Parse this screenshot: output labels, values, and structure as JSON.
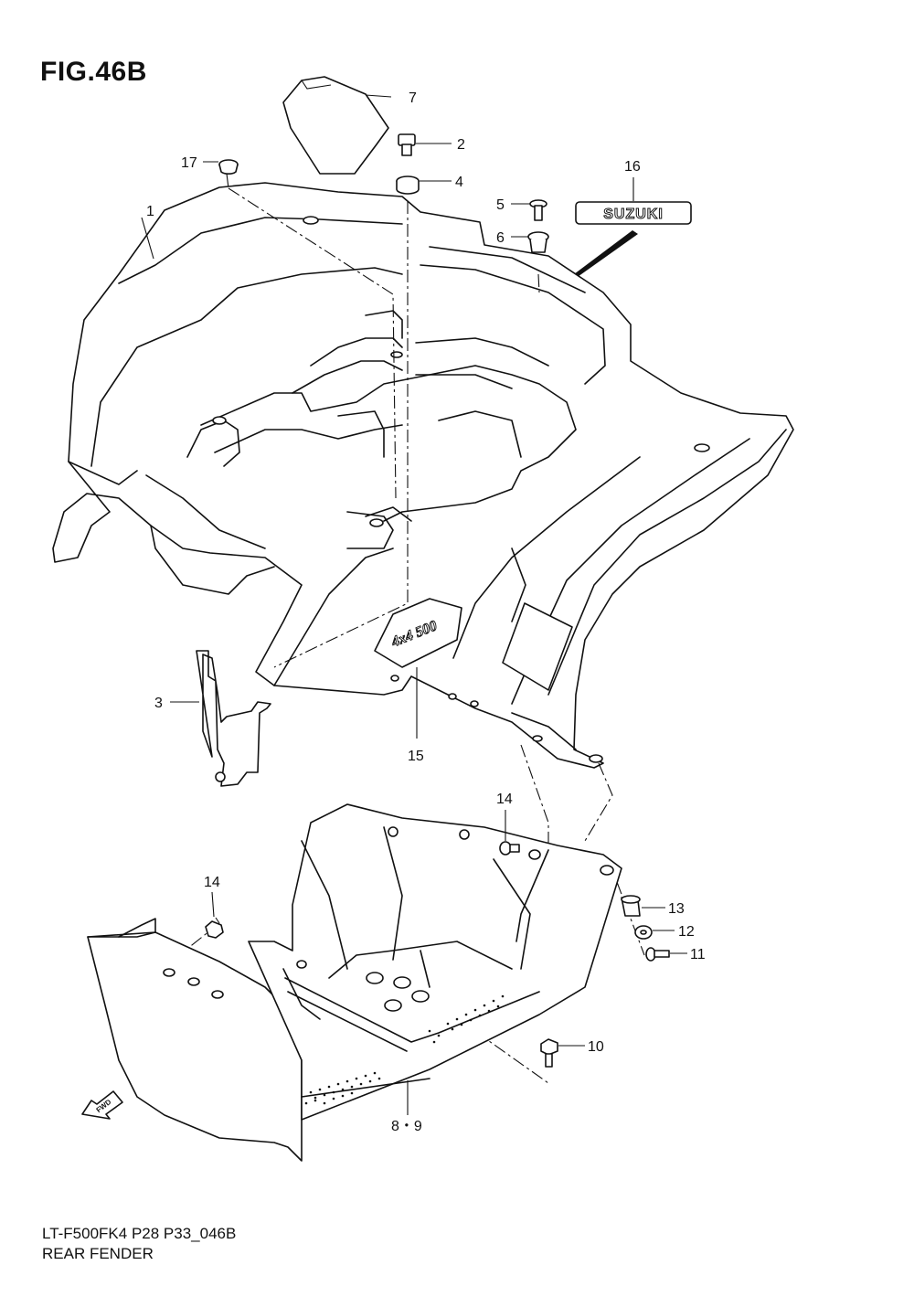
{
  "figure": {
    "title": "FIG.46B"
  },
  "footer": {
    "model_code": "LT-F500FK4 P28 P33_046B",
    "section_name": "REAR FENDER"
  },
  "decals": {
    "brand": "SUZUKI",
    "model_badge": "4x4 500",
    "fwd_arrow": "FWD"
  },
  "callouts": {
    "c1": "1",
    "c2": "2",
    "c3": "3",
    "c4": "4",
    "c5": "5",
    "c6": "6",
    "c7": "7",
    "c8_9": "8・9",
    "c10": "10",
    "c11": "11",
    "c12": "12",
    "c13": "13",
    "c14a": "14",
    "c14b": "14",
    "c15": "15",
    "c16": "16",
    "c17": "17"
  },
  "icons": {
    "forward_arrow": "fwd-arrow-icon"
  }
}
